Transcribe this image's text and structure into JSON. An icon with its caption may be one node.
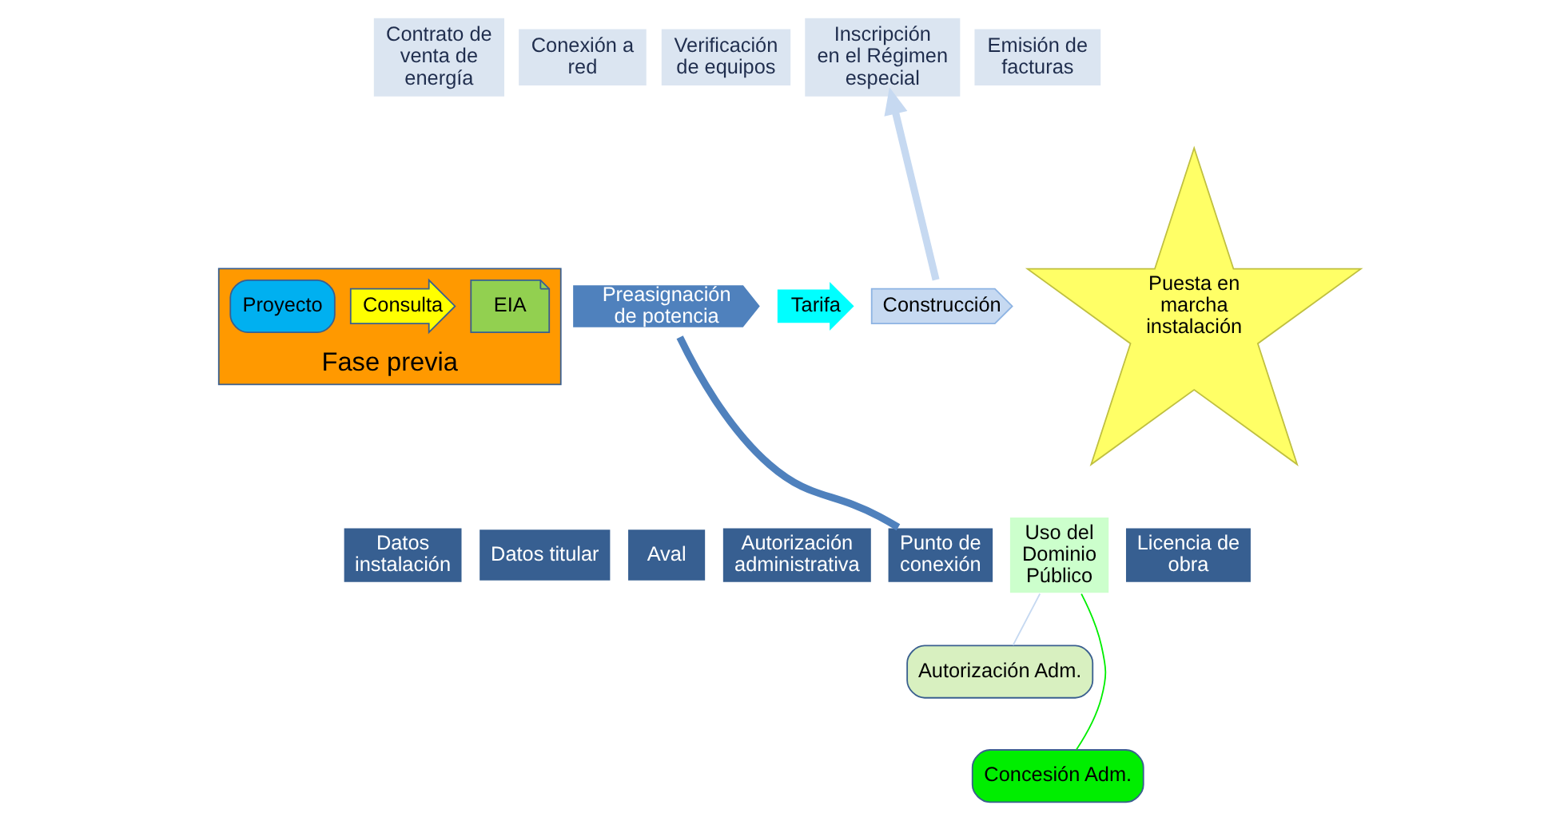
{
  "diagram": {
    "nodes": [
      {
        "text": [
          "Contrato de venta de energía"
        ]
      },
      {
        "text": [
          "Conexión a red"
        ]
      },
      {
        "text": [
          "Verificación de equipos"
        ]
      },
      {
        "text": [
          "Inscripción en el Régimen especial"
        ]
      },
      {
        "text": [
          "Emisión de facturas"
        ]
      },
      {
        "text": [
          "Fase previa"
        ]
      },
      {
        "text": [
          "Proyecto"
        ],
        "in": 5
      },
      {
        "text": [
          "Consulta"
        ],
        "in": 5
      },
      {
        "text": [
          "EIA"
        ],
        "in": 5
      },
      {
        "text": [
          "Preasignación de potencia"
        ]
      },
      {
        "text": [
          "Tarifa"
        ]
      },
      {
        "text": [
          "Construcción"
        ]
      },
      {
        "text": [
          "Puesta en marcha instalación"
        ]
      },
      {
        "text": [
          "Datos instalación"
        ]
      },
      {
        "text": [
          "Datos titular"
        ]
      },
      {
        "text": [
          "Aval"
        ]
      },
      {
        "text": [
          "Autorización administrativa"
        ]
      },
      {
        "text": [
          "Punto de conexión"
        ]
      },
      {
        "text": [
          "Uso del Dominio Público"
        ]
      },
      {
        "text": [
          "Licencia de obra"
        ]
      },
      {
        "text": [
          "Autorización Adm."
        ]
      },
      {
        "text": [
          "Concesión Adm."
        ]
      }
    ],
    "edges": [
      {
        "from": 11,
        "to": 3,
        "arrow": "to",
        "style": "thick",
        "color": "#c6d9f1"
      },
      {
        "from": 9,
        "to": 17,
        "arrow": "none",
        "style": "thick",
        "color": "#4f81bd"
      },
      {
        "from": 18,
        "to": 20,
        "arrow": "none",
        "color": "#c6d9f1"
      },
      {
        "from": 18,
        "to": 21,
        "arrow": "none",
        "color": "#00ee00"
      }
    ]
  }
}
